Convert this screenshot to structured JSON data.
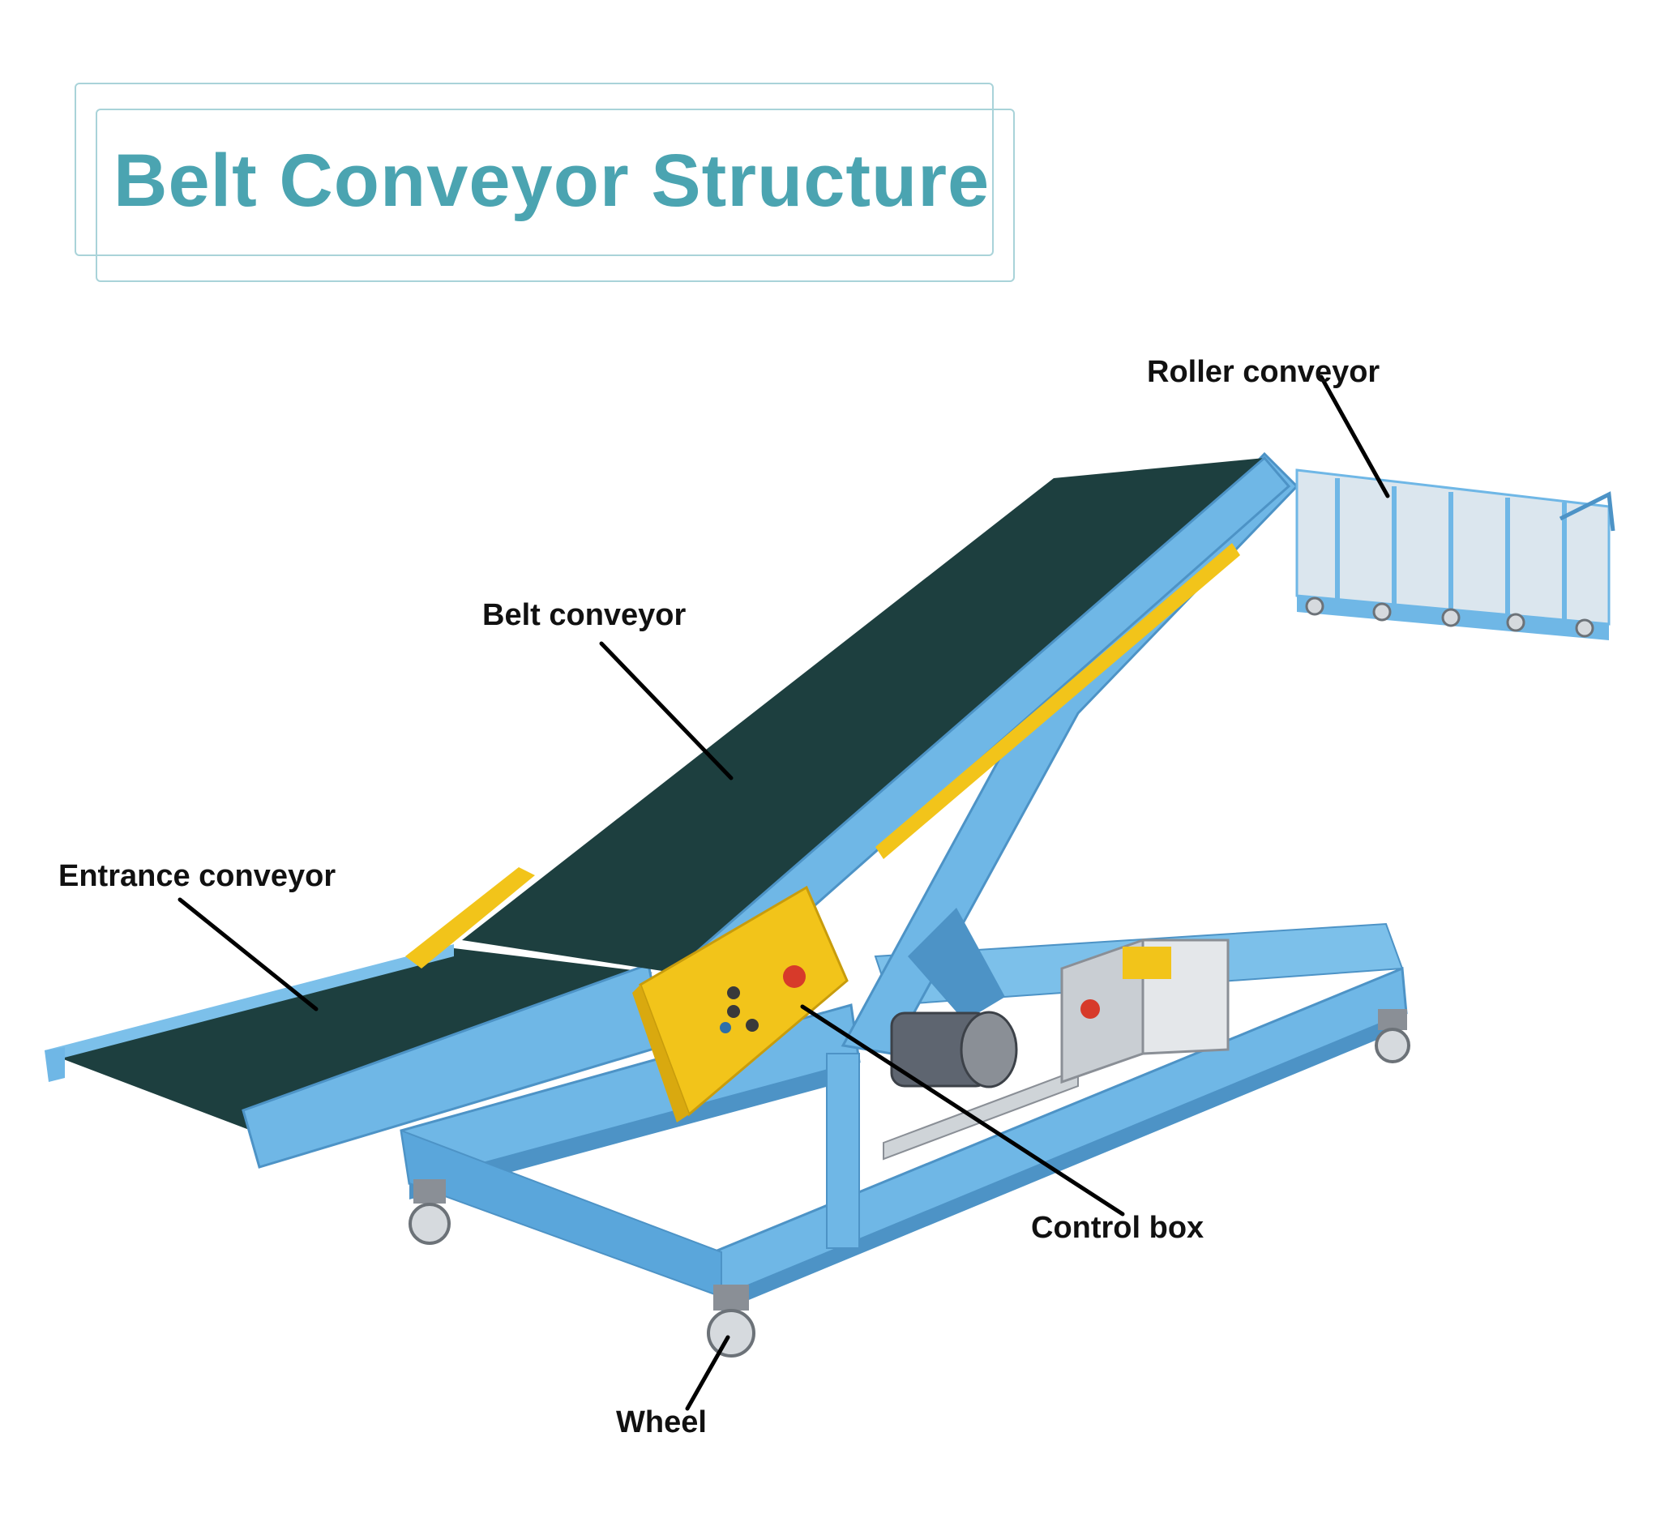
{
  "title": "Belt Conveyor Structure",
  "labels": {
    "roller_conveyor": "Roller conveyor",
    "belt_conveyor": "Belt conveyor",
    "entrance_conveyor": "Entrance conveyor",
    "control_box": "Control box",
    "wheel": "Wheel"
  },
  "colors": {
    "title": "#4ba4b1",
    "frame_blue": "#6fb7e6",
    "belt": "#1d3f3f",
    "control_yellow": "#f2c41a",
    "motor_grey": "#8a8f96"
  }
}
